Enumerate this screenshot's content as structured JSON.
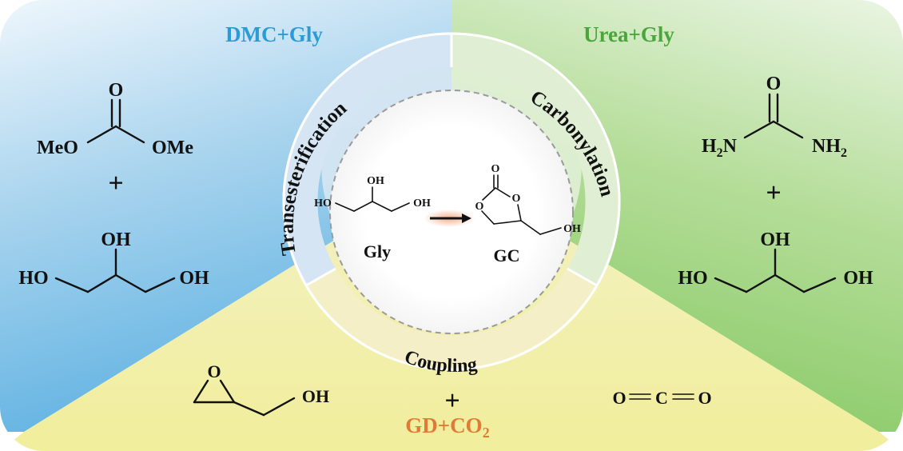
{
  "colors": {
    "dmc_accent": "#2b9bd6",
    "urea_accent": "#4aa63c",
    "gd_accent": "#e07b35",
    "arrow": "#111111",
    "arrow_glow": "#f4a57d"
  },
  "sectors": {
    "dmc": {
      "title": "DMC+Gly",
      "carbonate": {
        "o_top": "O",
        "left": "MeO",
        "right": "OMe"
      },
      "plus": "+",
      "glycerol": {
        "oh_top": "OH",
        "left": "HO",
        "right": "OH"
      }
    },
    "urea": {
      "title": "Urea+Gly",
      "urea": {
        "o_top": "O",
        "left_h": "H",
        "left_sub": "2",
        "left_n": "N",
        "right_n": "NH",
        "right_sub": "2"
      },
      "plus": "+",
      "glycerol": {
        "oh_top": "OH",
        "left": "HO",
        "right": "OH"
      }
    },
    "gd": {
      "title_main": "GD+CO",
      "title_sub": "2",
      "plus": "+",
      "glycidol": {
        "o_ring": "O",
        "oh": "OH"
      },
      "co2": {
        "o1": "O",
        "c": "C",
        "o2": "O"
      }
    }
  },
  "ring": {
    "left_label": "Transesterification",
    "right_label": "Carbonylation",
    "bottom_label": "Coupling"
  },
  "center": {
    "glycerol": {
      "oh_top": "OH",
      "left": "HO",
      "right": "OH",
      "name": "Gly"
    },
    "gc": {
      "o_carbonyl": "O",
      "o_left": "O",
      "o_right": "O",
      "oh": "OH",
      "name": "GC"
    }
  }
}
